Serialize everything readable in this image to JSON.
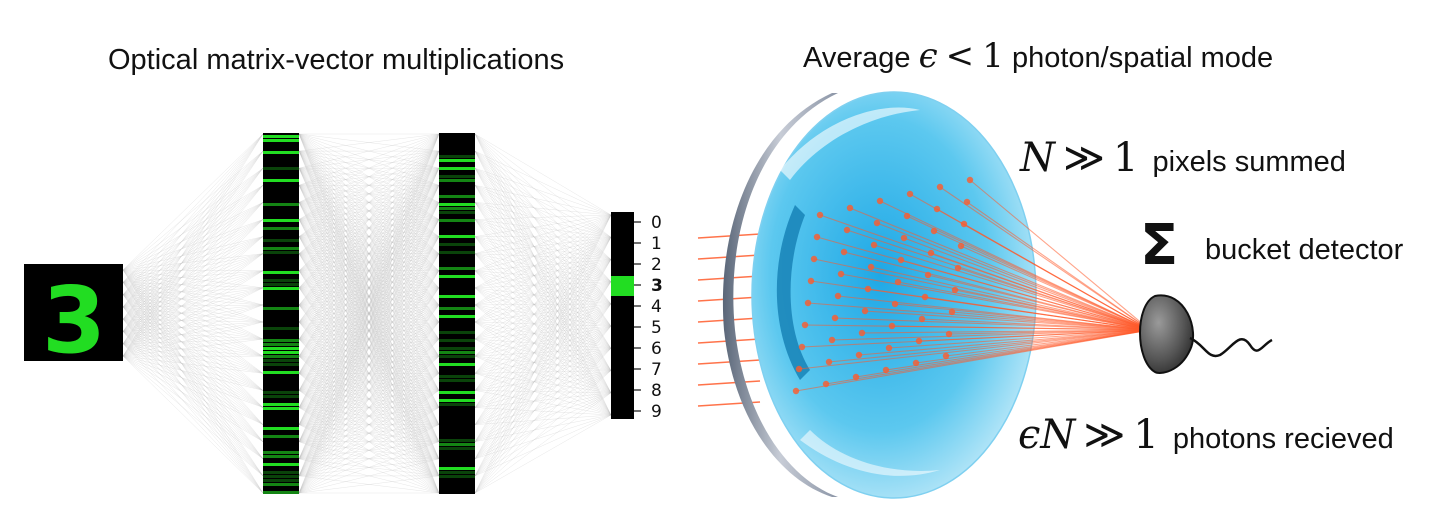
{
  "left_panel": {
    "title": "Optical matrix-vector multiplications",
    "input_digit": "3",
    "output_ticks": [
      "0",
      "1",
      "2",
      "3",
      "4",
      "5",
      "6",
      "7",
      "8",
      "9"
    ],
    "selected_class": "3",
    "accent_color": "#22dd22",
    "layer_colors": {
      "neuron_bg": "#000000",
      "connection": "#c8c8c8"
    }
  },
  "right_panel": {
    "title_prefix": "Average",
    "title_math_var": "ϵ",
    "title_math_rel": "<",
    "title_math_num": "1",
    "title_suffix": "photon/spatial mode",
    "pixels": {
      "math_var": "N",
      "math_rel": "≫",
      "math_num": "1",
      "label": "pixels summed"
    },
    "detector": {
      "symbol": "Σ",
      "label": "bucket detector"
    },
    "photons": {
      "math_var": "ϵN",
      "math_rel": "≫",
      "math_num": "1",
      "label": "photons recieved"
    },
    "beam_color": "#ff5a2a",
    "lens_color": "#39b7ea"
  }
}
